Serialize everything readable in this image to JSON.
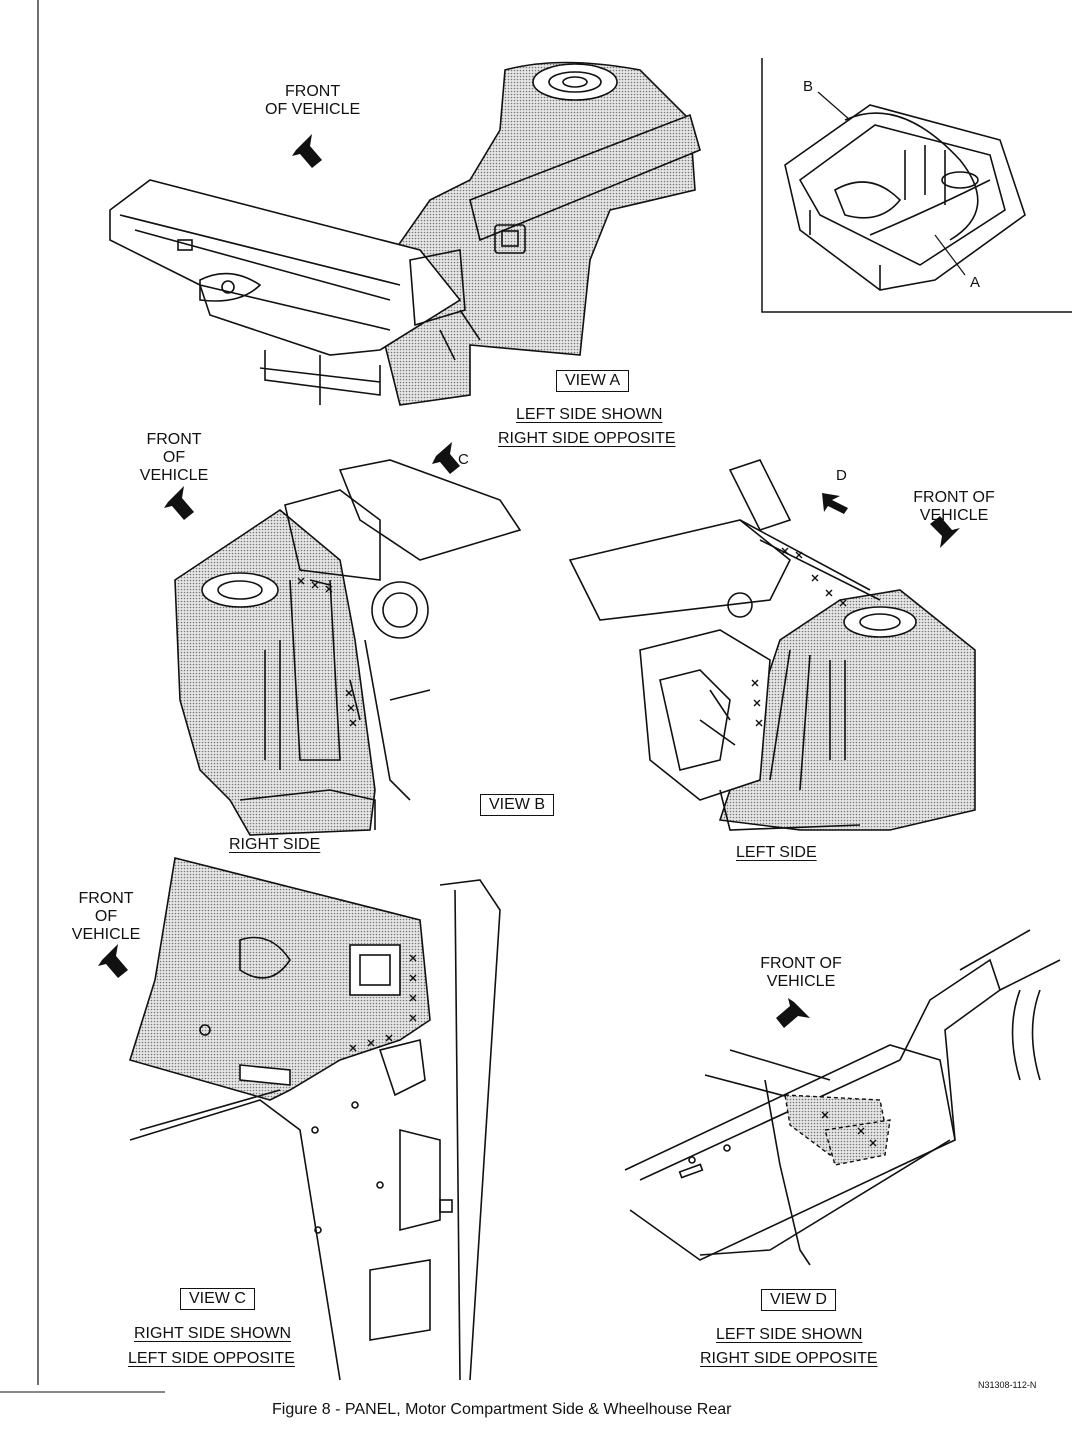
{
  "figure": {
    "caption": "Figure 8 - PANEL, Motor Compartment Side & Wheelhouse Rear",
    "code": "N31308-112-N"
  },
  "view_a": {
    "front_label_1": "FRONT",
    "front_label_2": "OF VEHICLE",
    "box_label": "VIEW A",
    "note_1": "LEFT SIDE SHOWN",
    "note_2": "RIGHT SIDE OPPOSITE"
  },
  "inset": {
    "callout_a": "A",
    "callout_b": "B"
  },
  "view_b": {
    "front_label_1": "FRONT",
    "front_label_2": "OF",
    "front_label_3": "VEHICLE",
    "callout_c": "C",
    "box_label": "VIEW B",
    "right_side": "RIGHT SIDE"
  },
  "left_side_view": {
    "callout_d": "D",
    "front_label_1": "FRONT OF",
    "front_label_2": "VEHICLE",
    "left_side": "LEFT SIDE"
  },
  "view_c": {
    "front_label_1": "FRONT",
    "front_label_2": "OF",
    "front_label_3": "VEHICLE",
    "box_label": "VIEW C",
    "note_1": "RIGHT SIDE SHOWN",
    "note_2": "LEFT SIDE OPPOSITE"
  },
  "view_d": {
    "front_label_1": "FRONT OF",
    "front_label_2": "VEHICLE",
    "box_label": "VIEW D",
    "note_1": "LEFT SIDE SHOWN",
    "note_2": "RIGHT SIDE OPPOSITE"
  },
  "colors": {
    "ink": "#111111",
    "shade": "#c8c8c8"
  }
}
